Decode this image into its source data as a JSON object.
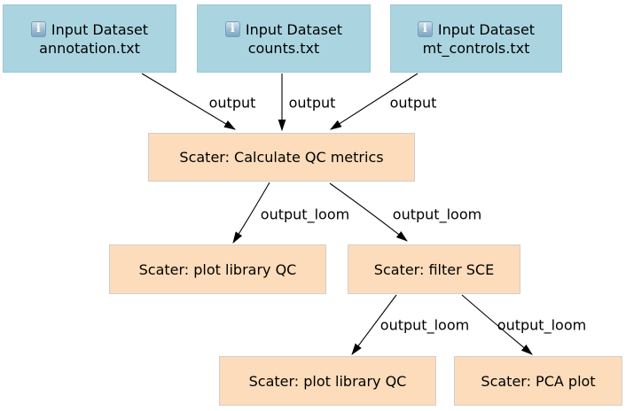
{
  "diagram": {
    "type": "workflow-dag",
    "background": "#ffffff",
    "colors": {
      "input_fill": "#aad5e0",
      "tool_fill": "#fcdcba",
      "edge": "#000000",
      "text": "#000000"
    },
    "icons": {
      "info_glyph": "i"
    },
    "nodes": [
      {
        "type": "input",
        "title": "Input Dataset",
        "filename": "annotation.txt"
      },
      {
        "type": "input",
        "title": "Input Dataset",
        "filename": "counts.txt"
      },
      {
        "type": "input",
        "title": "Input Dataset",
        "filename": "mt_controls.txt"
      },
      {
        "type": "tool",
        "label": "Scater: Calculate QC metrics"
      },
      {
        "type": "tool",
        "label": "Scater: plot library QC"
      },
      {
        "type": "tool",
        "label": "Scater: filter SCE"
      },
      {
        "type": "tool",
        "label": "Scater: plot library QC"
      },
      {
        "type": "tool",
        "label": "Scater: PCA plot"
      }
    ],
    "edges": [
      {
        "from": "Input Dataset annotation.txt",
        "to": "Scater: Calculate QC metrics",
        "label": "output"
      },
      {
        "from": "Input Dataset counts.txt",
        "to": "Scater: Calculate QC metrics",
        "label": "output"
      },
      {
        "from": "Input Dataset mt_controls.txt",
        "to": "Scater: Calculate QC metrics",
        "label": "output"
      },
      {
        "from": "Scater: Calculate QC metrics",
        "to": "Scater: plot library QC",
        "label": "output_loom"
      },
      {
        "from": "Scater: Calculate QC metrics",
        "to": "Scater: filter SCE",
        "label": "output_loom"
      },
      {
        "from": "Scater: filter SCE",
        "to": "Scater: plot library QC",
        "label": "output_loom"
      },
      {
        "from": "Scater: filter SCE",
        "to": "Scater: PCA plot",
        "label": "output_loom"
      }
    ]
  }
}
